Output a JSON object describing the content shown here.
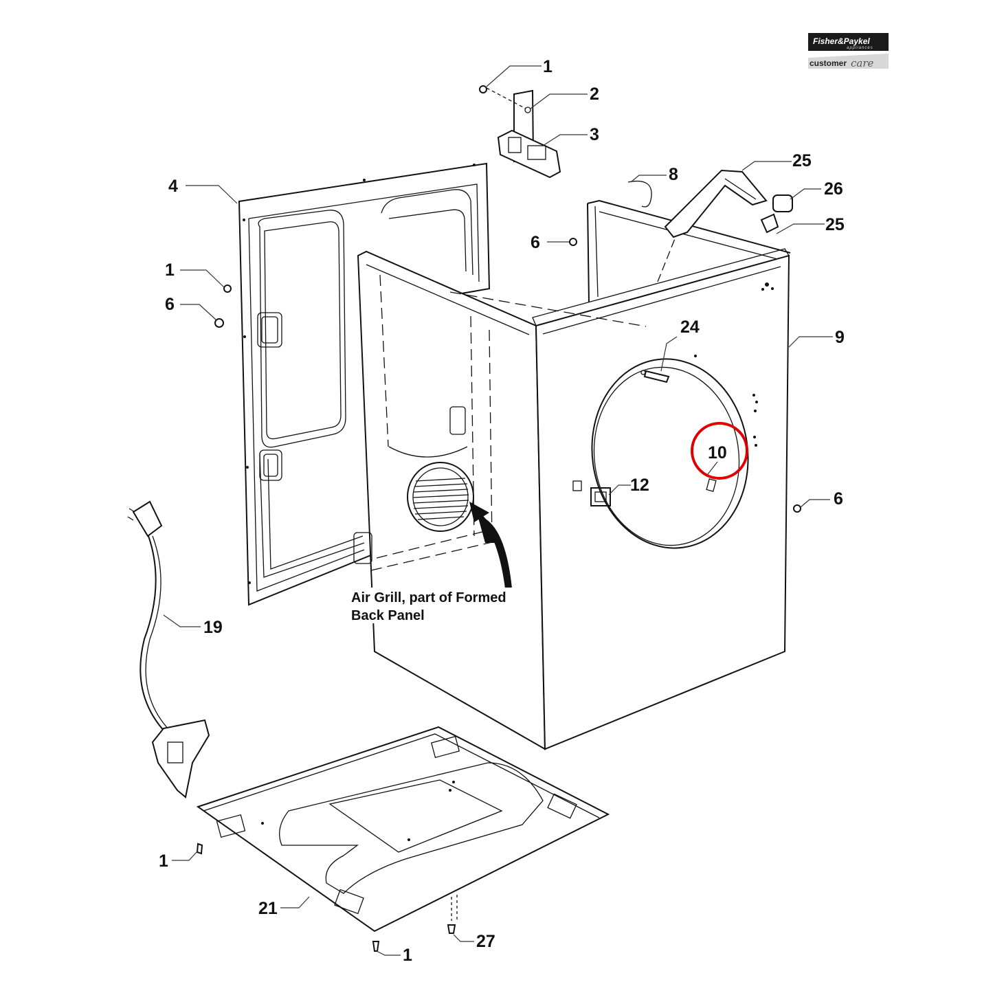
{
  "logo": {
    "brand": "Fisher&Paykel",
    "brand_sub": "appliances",
    "service_prefix": "customer",
    "service_suffix": "care"
  },
  "callouts": {
    "c1_top": "1",
    "c2": "2",
    "c3": "3",
    "c4": "4",
    "c1_left": "1",
    "c6_left": "6",
    "c6_mid": "6",
    "c8": "8",
    "c25_top": "25",
    "c26": "26",
    "c25_low": "25",
    "c9": "9",
    "c24": "24",
    "c10": "10",
    "c12": "12",
    "c6_right": "6",
    "c19": "19",
    "c1_base_left": "1",
    "c21": "21",
    "c27": "27",
    "c1_base_bottom": "1"
  },
  "annotation": {
    "line1": "Air Grill, part  of Formed",
    "line2": "Back Panel"
  },
  "highlight_color": "#e00000"
}
